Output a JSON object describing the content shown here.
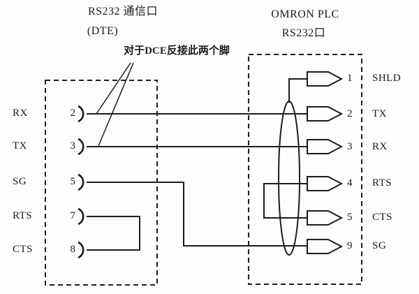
{
  "diagram": {
    "left_header": {
      "line1": "RS232 通信口",
      "line2": "(DTE)"
    },
    "right_header": {
      "line1": "OMRON PLC",
      "line2": "RS232口"
    },
    "annotation": "对于DCE反接此两个脚",
    "left_pins": [
      {
        "label": "RX",
        "number": "2"
      },
      {
        "label": "TX",
        "number": "3"
      },
      {
        "label": "SG",
        "number": "5"
      },
      {
        "label": "RTS",
        "number": "7"
      },
      {
        "label": "CTS",
        "number": "8"
      }
    ],
    "right_pins": [
      {
        "number": "1",
        "label": "SHLD"
      },
      {
        "number": "2",
        "label": "TX"
      },
      {
        "number": "3",
        "label": "RX"
      },
      {
        "number": "4",
        "label": "RTS"
      },
      {
        "number": "5",
        "label": "CTS"
      },
      {
        "number": "9",
        "label": "SG"
      }
    ],
    "connections": [
      {
        "from": "DTE pin 2 (RX)",
        "to": "PLC pin 2 (TX)"
      },
      {
        "from": "DTE pin 3 (TX)",
        "to": "PLC pin 3 (RX)"
      },
      {
        "from": "DTE pin 5 (SG)",
        "to": "PLC pin 9 (SG)"
      },
      {
        "from": "DTE pin 7 (RTS)",
        "to": "DTE pin 8 (CTS) jumper"
      },
      {
        "from": "PLC pin 4 (RTS)",
        "to": "PLC pin 5 (CTS) jumper"
      },
      {
        "from": "cable shield",
        "to": "PLC pin 1 (SHLD)"
      }
    ],
    "colors": {
      "line": "#1c1c1c",
      "background": "#fdfdfd"
    }
  }
}
